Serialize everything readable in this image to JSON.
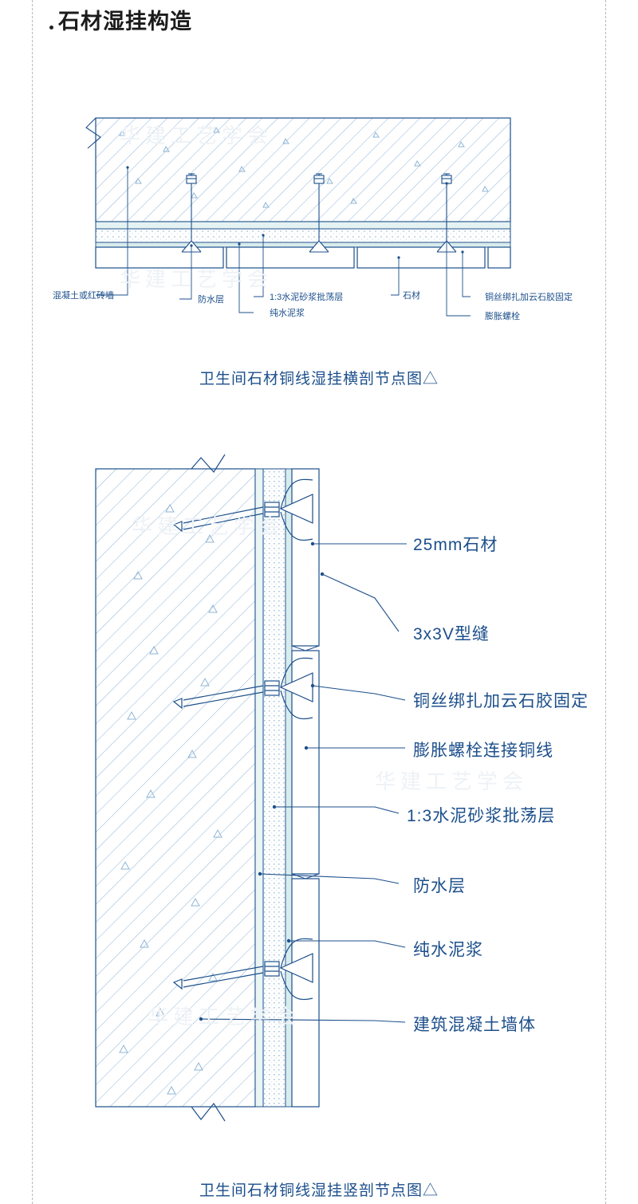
{
  "header": {
    "title": "石材湿挂构造"
  },
  "figures": [
    {
      "id": "horizontal-section",
      "caption": "卫生间石材铜线湿挂横剖节点图△",
      "labels": [
        "混凝土或红砖墙",
        "防水层",
        "1:3水泥砂浆批荡层",
        "纯水泥浆",
        "石材",
        "铜丝绑扎加云石胶固定",
        "膨胀螺栓"
      ]
    },
    {
      "id": "vertical-section",
      "caption": "卫生间石材铜线湿挂竖剖节点图△",
      "labels": [
        "25mm石材",
        "3x3V型缝",
        "铜丝绑扎加云石胶固定",
        "膨胀螺栓连接铜线",
        "1:3水泥砂浆批荡层",
        "防水层",
        "纯水泥浆",
        "建筑混凝土墙体"
      ]
    }
  ],
  "watermarks": [
    "华建工艺学会",
    "华建工艺学会",
    "华建工艺学会",
    "华建工艺学会"
  ],
  "colors": {
    "line": "#1c4f8b",
    "hatch": "#8fb5d6",
    "mortar_fill": "#d9ecec",
    "stone_fill": "#ffffff",
    "caption": "#1c4f8b",
    "rail": "#b9b9b9"
  }
}
